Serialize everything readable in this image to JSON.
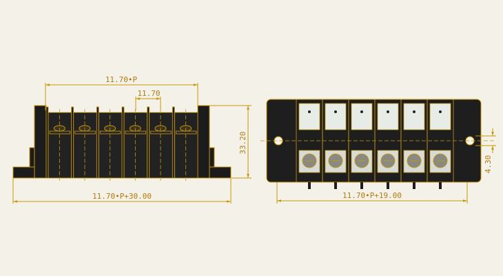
{
  "drawing": {
    "front_view": {
      "dim_pitch_total": "11.70•P",
      "dim_pitch": "11.70",
      "dim_height": "33.20",
      "dim_overall_width": "11.70•P+30.00",
      "poles": 6
    },
    "top_view": {
      "dim_mount_width": "11.70•P+19.00",
      "dim_hole": "4.30",
      "poles": 6
    },
    "colors": {
      "background": "#f4f1e8",
      "outline": "#c8960a",
      "body": "#1c1c1c",
      "terminal": "#e8ece6"
    }
  }
}
